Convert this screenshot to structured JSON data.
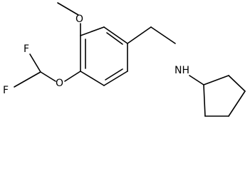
{
  "atoms": {
    "methoxy_oxygen": "O",
    "ether_oxygen": "O",
    "fluorine_top": "F",
    "fluorine_bottom": "F",
    "amine": "NH"
  }
}
